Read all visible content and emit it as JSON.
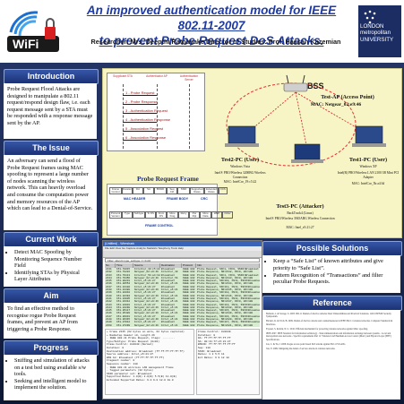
{
  "header": {
    "title_line1": "An improved authentication model for IEEE 802.11-2007",
    "title_line2": "to prevent Probe Request DoS Attacks.",
    "authors": "Researcher: Mrs. Deepthi Ratnayake    Director of Studies: Prof. Hassan Kazemian",
    "logo_left_text": "WiFi",
    "logo_right_text": "LONDON metropolitan UNIVERSITY"
  },
  "sections": {
    "introduction": {
      "heading": "Introduction",
      "body": "Probe Request Flood Attacks are designed to manipulate a 802.11 request/respond design flaw, i.e. each request message sent by a STA must be responded with a response message sent by the AP."
    },
    "issue": {
      "heading": "The Issue",
      "body": "An adversary can send a flood of Probe Request frames using MAC spoofing to represent a large number of nodes scanning the wireless network. This can heavily overload and consume the computation power and memory resources of the AP which can lead to a Denial-of-Service."
    },
    "current_work": {
      "heading": "Current Work",
      "items": [
        "Detect MAC Spoofing by Monitoring Sequence Number Field",
        "Identifying STAs by Physical Layer Attributes"
      ]
    },
    "aim": {
      "heading": "Aim",
      "body": "To find an effective method to recognise rogue Probe Request frames, and prevent an AP from triggering a Probe Response."
    },
    "progress": {
      "heading": "Progress",
      "items": [
        "Sniffing and simulation of attacks on a test bed using available s/w tools.",
        "Seeking and intelligent model to implement the solution."
      ]
    },
    "possible_solutions": {
      "heading": "Possible Solutions",
      "items": [
        "Keep a “Safe List” of known attributes and give priority to “Safe List”.",
        "Pattern Recognition of  “Transactions” and filter peculiar Probe Requests."
      ]
    },
    "reference": {
      "heading": "Reference",
      "entries": [
        "Bellardo, J. & Savage, S. 2003. 802.11 Denial-of-Service Attacks: Real Vulnerabilities and Practical Solutions. 12th USENIX Security Symposium.",
        "Bicakci, K. & Tavli, B. 2009. Denial-of-Service attacks and countermeasures in IEEE 802.11 wireless networks. Computer Standards & Interfaces.",
        "Fayssal, S. & Kim, N. U. 2010. Efficient mechanism for protecting wireless networks against MAC spoofing.",
        "IEEE 2007. IEEE Standard for Information technology - Telecommunications and information exchange between systems - Local and metropolitan area networks - Specific requirements Part 11: Wireless LAN Medium Access Control (MAC) and Physical Layer (PHY) Specifications.",
        "Liu, C. & Yu, J. 2008. Rogue access point based DoS attacks against 802.11 WLANs.",
        "Xia, Y. 2009. Mitigating the denial of service attacks in wireless networks."
      ]
    }
  },
  "diagram": {
    "seq_columns": [
      "Supplicant STA",
      "Authenticator AP",
      "Authentication Server"
    ],
    "seq_messages": [
      "1 - Probe Request",
      "2 - Probe Response",
      "3 - Authentication Request",
      "4 - Authentication Response",
      "5 - Association Request",
      "6 - Association Response"
    ],
    "bss_label": "BSS",
    "ap_label": "Test-AP (Access Point)",
    "ap_mac": "MAC: Netgear_02:e9:46",
    "pc2_label": "Test2-PC (User)",
    "pc2_os": "Windows Vista",
    "pc2_card": "Intel® PRO/Wireless 3200BG Wireless Connection",
    "pc2_mac": "MAC: IntelCor_19:c5:22",
    "pc1_label": "Test1-PC (User)",
    "pc1_os": "Windows XP",
    "pc1_card": "Intel(R) PRO/Wireless LAN 2100 3B Mini PCI Adapter",
    "pc1_mac": "MAC: IntelCor_5b:a4:3d",
    "pc3_label": "Test3-PC (Attacker)",
    "pc3_os": "BackTrack4 (Linux)",
    "pc3_card": "Intel® PRO/Wireless 3945ABG Wireless Connection",
    "pc3_mac": "MAC: Intel_e5:21:27",
    "frame_title": "Probe Request Frame",
    "frame_header_fields": [
      "Frame Control",
      "Duration",
      "DA",
      "SA",
      "BSSID",
      "Seq Ctrl",
      "SSID",
      "Supported Rates",
      "Extended Rates",
      "FCS"
    ],
    "frame_labels": [
      "MAC HEADER",
      "FRAME BODY",
      "CRC"
    ],
    "frame_control_fields": [
      "Protocol Version",
      "Type",
      "Subtype",
      "To DS",
      "From DS",
      "More Frag",
      "Retry",
      "Pwr Mgt",
      "More Data",
      "WEP",
      "Order"
    ],
    "frame_control_label": "FRAME CONTROL"
  },
  "wireshark": {
    "title": "(Untitled) - Wireshark",
    "menu": "File  Edit  View  Go  Capture  Analyze  Statistics  Telephony  Tools  Help",
    "filter": "Filter: wlan.fc.type_subtype == 0x04",
    "columns": [
      "No.",
      "Time",
      "Source",
      "Destination",
      "Protocol",
      "Info"
    ],
    "rows": [
      [
        "2131",
        "151.78015",
        "IntelCor_19:c5:22",
        "Broadcast",
        "IEEE 802",
        "Probe Request, SN=1, FN=0, SSID=Broadcast"
      ],
      [
        "2132",
        "151.78222",
        "Netgear_02:e9:46",
        "IntelCor_19",
        "IEEE 802",
        "Probe Response, SN=2112, FN=0, BI=100"
      ],
      [
        "2133",
        "151.79113",
        "IntelCor_5b:a4:3d",
        "Broadcast",
        "IEEE 802",
        "Probe Request, SN=4, FN=0, SSID=Broadcast"
      ],
      [
        "2134",
        "151.79456",
        "Netgear_02:e9:46",
        "IntelCor_5b",
        "IEEE 802",
        "Probe Response, SN=2113, FN=0, BI=100"
      ],
      [
        "2135",
        "151.80231",
        "Intel_e5:21:27",
        "Broadcast",
        "IEEE 802",
        "Probe Request, SN=110, FN=0, SSID=Broadcast"
      ],
      [
        "2136",
        "151.80554",
        "Netgear_02:e9:46",
        "Intel_e5:21",
        "IEEE 802",
        "Probe Response, SN=2114, FN=0, BI=100"
      ],
      [
        "2137",
        "151.81102",
        "Intel_e5:21:27",
        "Broadcast",
        "IEEE 802",
        "Probe Request, SN=111, FN=0, SSID=Broadcast"
      ],
      [
        "2138",
        "151.81388",
        "Netgear_02:e9:46",
        "Intel_e5:21",
        "IEEE 802",
        "Probe Response, SN=2115, FN=0, BI=100"
      ],
      [
        "2139",
        "151.82010",
        "Intel_e5:21:27",
        "Broadcast",
        "IEEE 802",
        "Probe Request, SN=112, FN=0, SSID=Broadcast"
      ],
      [
        "2140",
        "151.82394",
        "Netgear_02:e9:46",
        "Intel_e5:21",
        "IEEE 802",
        "Probe Response, SN=2116, FN=0, BI=100"
      ],
      [
        "2141",
        "151.83005",
        "Intel_e5:21:27",
        "Broadcast",
        "IEEE 802",
        "Probe Request, SN=113, FN=0, SSID=Broadcast"
      ],
      [
        "2142",
        "151.83312",
        "Netgear_02:e9:46",
        "Intel_e5:21",
        "IEEE 802",
        "Probe Response, SN=2117, FN=0, BI=100"
      ],
      [
        "2143",
        "151.84001",
        "Intel_e5:21:27",
        "Broadcast",
        "IEEE 802",
        "Probe Request, SN=114, FN=0, SSID=Broadcast"
      ],
      [
        "2144",
        "151.84298",
        "Netgear_02:e9:46",
        "Intel_e5:21",
        "IEEE 802",
        "Probe Response, SN=2118, FN=0, BI=100"
      ],
      [
        "2145",
        "151.85117",
        "Intel_e5:21:27",
        "Broadcast",
        "IEEE 802",
        "Probe Request, SN=115, FN=0, SSID=Broadcast"
      ],
      [
        "2146",
        "151.85420",
        "Netgear_02:e9:46",
        "Intel_e5:21",
        "IEEE 802",
        "Probe Response, SN=2119, FN=0, BI=100"
      ],
      [
        "2147",
        "151.86031",
        "Intel_e5:21:27",
        "Broadcast",
        "IEEE 802",
        "Probe Request, SN=116, FN=0, SSID=Broadcast"
      ],
      [
        "2148",
        "151.86345",
        "Netgear_02:e9:46",
        "Intel_e5:21",
        "IEEE 802",
        "Probe Response, SN=2120, FN=0, BI=100"
      ],
      [
        "2149",
        "151.87012",
        "Intel_e5:21:27",
        "Broadcast",
        "IEEE 802",
        "Probe Request, SN=117, FN=0, SSID=Broadcast"
      ],
      [
        "2150",
        "151.87299",
        "Netgear_02:e9:46",
        "Intel_e5:21",
        "IEEE 802",
        "Probe Response, SN=2121, FN=0, BI=100"
      ]
    ],
    "detail_lines": [
      "+ Frame 2135 (62 bytes on wire, 62 bytes captured)",
      "+ Radiotap Header v0, Length 26",
      "- IEEE 802.11 Probe Request, Flags: ........",
      "   Type/Subtype: Probe Request (0x04)",
      "   Frame Control: 0x0040 (Normal)",
      "   Duration: 0",
      "   Destination address: Broadcast (ff:ff:ff:ff:ff:ff)",
      "   Source address: Intel_e5:21:27",
      "   BSS Id: Broadcast (ff:ff:ff:ff:ff:ff)",
      "   Fragment number: 0",
      "   Sequence number: 110",
      "- IEEE 802.11 wireless LAN management frame",
      "  - Tagged parameters (32 bytes)",
      "     SSID parameter set: Broadcast",
      "     Supported Rates: 1.0(B) 2.0(B) 5.5(B) 11.0(B)",
      "     Extended Supported Rates: 6.0 9.0 12.0 18.0"
    ],
    "side_lines": [
      "Frame Control: 0x0040",
      "Duration: 0",
      "DA: ff:ff:ff:ff:ff:ff",
      "SA: 00:1b:77:e5:21:27",
      "BSSID: ff:ff:ff:ff:ff:ff",
      "Seq: 110",
      "SSID: Broadcast",
      "Rates: 1 2 5.5 11",
      "Ext Rates: 6 9 12 18"
    ]
  },
  "colors": {
    "header_title": "#1d3aa5",
    "section_header": "#2a4696",
    "background": "#1f2f55",
    "diagram_bg": "#f7f5c6"
  }
}
